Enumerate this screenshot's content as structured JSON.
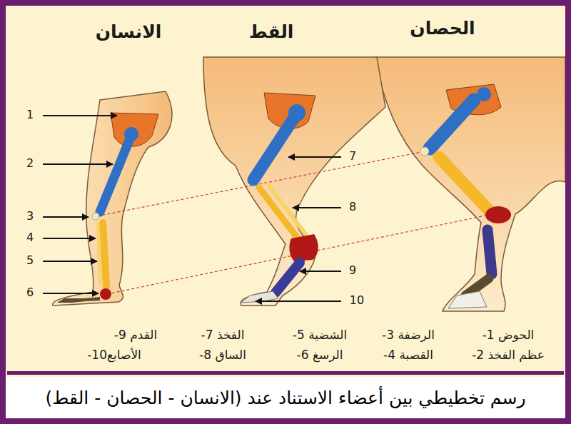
{
  "diagram": {
    "caption": "رسم تخطيطي بين أعضاء الاستناد عند (الانسان - الحصان - القط)",
    "labels": [
      "الانسان",
      "القط",
      "الحصان",
      "1",
      "2",
      "3",
      "4",
      "5",
      "6",
      "7",
      "8",
      "9",
      "10",
      "-1 الحوض",
      "-3 الرضفة",
      "-5 الشضية",
      "-7 الفخذ",
      "-9 القدم",
      "-2 عظم الفخذ",
      "-4 القصبة",
      "-6 الرسغ",
      "-8 الساق",
      "-10الأصابع"
    ]
  }
}
